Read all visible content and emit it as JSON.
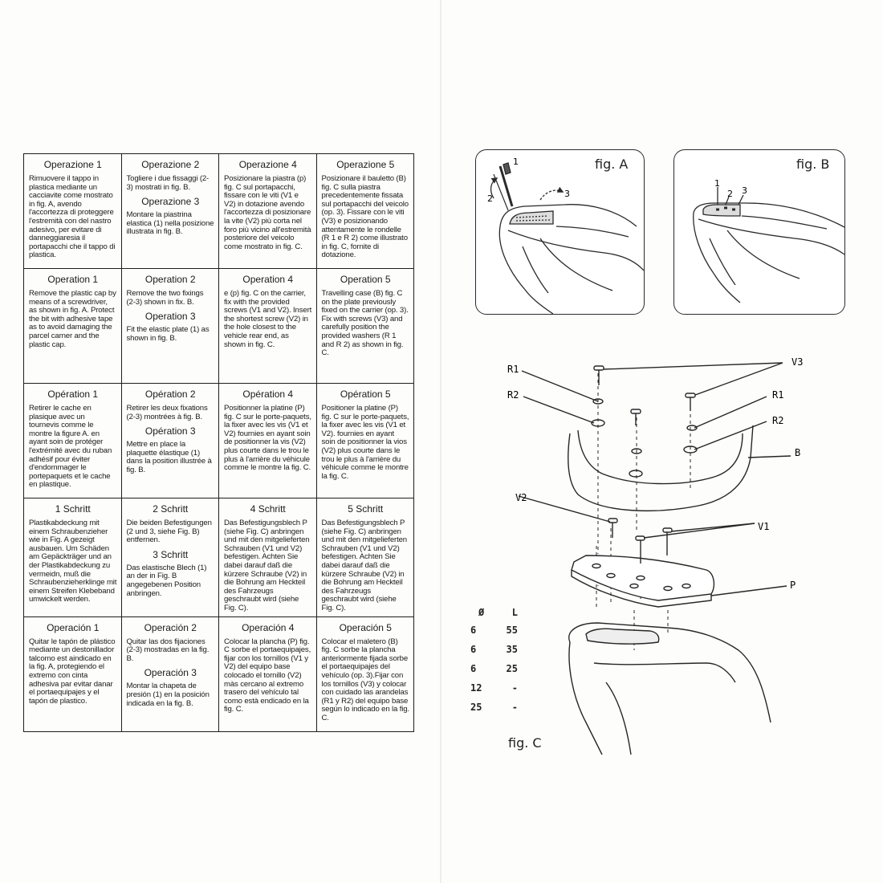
{
  "table": {
    "rows": [
      {
        "lang": "it",
        "cells": [
          {
            "title": "Operazione 1",
            "body": "Rimuovere il tappo in plastica mediante un cacciavite come mostrato in fig. A, avendo l'accortezza di proteggere l'estremità con del nastro adesivo, per evitare di danneggiaresia il portapacchi che il tappo di plastica."
          },
          {
            "title": "Operazione 2",
            "body": "Togliere i due fissaggi (2-3) mostrati in fig. B.",
            "sub_title": "Operazione 3",
            "sub_body": "Montare la piastrina elastica (1) nella posizione illustrata in fig. B."
          },
          {
            "title": "Operazione 4",
            "body": "Posizionare la piastra (p) fig. C sul portapacchi, fissare con le viti (V1 e V2) in dotazione avendo l'accortezza di posizionare la vite (V2) più corta nel foro più vicino all'estremità posteriore del veicolo come mostrato in fig. C."
          },
          {
            "title": "Operazione 5",
            "body": "Posizionare il bauletto (B) fig. C sulla piastra precedentemente fissata sul portapacchi del veicolo (op. 3). Fissare con le viti (V3) e posizionando attentamente le rondelle (R 1 e R 2) come illustrato in fig. C, fornite di dotazione."
          }
        ]
      },
      {
        "lang": "en",
        "cells": [
          {
            "title": "Operation 1",
            "body": "Remove the plastic cap by means of a screwdriver, as shown in fig. A. Protect the bit with adhesive tape as to avoid damaging the parcel carner and the plastic cap."
          },
          {
            "title": "Operation 2",
            "body": "Remove the two fixings (2-3) shown in fix. B.",
            "sub_title": "Operation 3",
            "sub_body": "Fit the elastic plate (1) as shown in fig. B."
          },
          {
            "title": "Operation 4",
            "body": "e (p) fig. C on the carrier, fix with the provided screws (V1 and V2). Insert the shortest screw (V2) in the hole closest to the vehicle rear end, as shown in fig. C."
          },
          {
            "title": "Operation 5",
            "body": "Travelling case (B) fig. C on the plate previously fixed on the carrier (op. 3). Fix with screws (V3) and carefully position the provided washers (R 1 and R 2) as shown in fig. C."
          }
        ]
      },
      {
        "lang": "fr",
        "cells": [
          {
            "title": "Opération 1",
            "body": "Retirer le cache en plasique avec un tournevis comme le montre la figure A. en ayant soin de protéger l'extrémité avec du ruban adhésif pour éviter d'endommager le portepaquets et le cache en plastique."
          },
          {
            "title": "Opération 2",
            "body": "Retirer les deux fixations (2-3) montrées à fig. B.",
            "sub_title": "Opération 3",
            "sub_body": "Mettre en place la plaquette élastique (1) dans la position illustrée à fig. B."
          },
          {
            "title": "Opération 4",
            "body": "Positionner la platine (P) fig. C sur le porte-paquets, la fixer avec les vis (V1 et V2) fournies en ayant soin de positionner la vis (V2) plus courte dans le trou le plus à l'arrière du véhicule comme le montre la fig. C."
          },
          {
            "title": "Opération 5",
            "body": "Positioner la platine (P) fig. C sur le porte-paquets, la fixer avec les vis (V1 et V2). fournies en ayant soin de positionner la vios (V2) plus courte dans le trou le plus à l'arrière du véhicule comme le montre la fig. C."
          }
        ]
      },
      {
        "lang": "de",
        "cells": [
          {
            "title": "1 Schritt",
            "body": "Plastikabdeckung mit einem Schraubenzieher wie in Fig. A gezeigt ausbauen. Um Schäden am Gepäckträger und an der Plastikabdeckung zu vermeidn, muß die Schraubenzieherklinge mit einem Streifen Klebeband umwickelt werden."
          },
          {
            "title": "2 Schritt",
            "body": "Die beiden Befestigungen (2 und 3, siehe Fig. B) entfernen.",
            "sub_title": "3 Schritt",
            "sub_body": "Das elastische Blech (1) an der in Fig. B angegebenen Position anbringen."
          },
          {
            "title": "4 Schritt",
            "body": "Das Befestigungsblech P (siehe Fig. C) anbringen und mit den mitgelieferten Schrauben (V1 und V2) befestigen. Achten Sie dabei darauf daß die kürzere Schraube (V2) in die Bohrung am Heckteil des Fahrzeugs geschraubt wird (siehe Fig. C)."
          },
          {
            "title": "5 Schritt",
            "body": "Das Befestigungsblech P (siehe Fig. C) anbringen und mit den mitgelieferten Schrauben (V1 und V2) befestigen. Achten Sie dabei darauf daß die kürzere Schraube (V2) in die Bohrung am Heckteil des Fahrzeugs geschraubt wird (siehe Fig. C)."
          }
        ]
      },
      {
        "lang": "es",
        "cells": [
          {
            "title": "Operación 1",
            "body": "Quitar le tapón de plástico mediante un destonillador talcomo est aindicado en la fig. A, protegiendo el extremo con cinta adhesiva par evitar danar el portaequipajes y el tapón de plastico."
          },
          {
            "title": "Operación 2",
            "body": "Quitar las dos fijaciones (2-3) mostradas en la fig. B.",
            "sub_title": "Operación 3",
            "sub_body": "Montar la chapeta de presión (1) en la posición indicada en la fig. B."
          },
          {
            "title": "Operación 4",
            "body": "Colocar la plancha (P) fig. C sorbe el portaequipajes, fijar con los tornillos (V1 y V2) del equipo base colocado el tornillo (V2) màs cercano al extremo trasero del vehículo tal como està endicado en la fig. C."
          },
          {
            "title": "Operación 5",
            "body": "Colocar el maletero (B) fig. C sorbe la plancha anteriormente fijada sorbe el portaequipajes del vehículo (op. 3).Fijar con los tornillos (V3) y colocar con cuidado las arandelas (R1 y R2) del equipo base según lo indicado en la fig. C."
          }
        ]
      }
    ]
  },
  "figures": {
    "fig_a": {
      "label": "fig. A",
      "callouts": [
        "1",
        "2",
        "3"
      ]
    },
    "fig_b": {
      "label": "fig. B",
      "callouts": [
        "1",
        "2",
        "3"
      ]
    },
    "fig_c": {
      "label": "fig. C",
      "parts": {
        "v3": "V3",
        "r1_top": "R1",
        "r2_top": "R2",
        "r1_right": "R1",
        "r2_right": "R2",
        "b": "B",
        "v2": "V2",
        "v1": "V1",
        "p": "P"
      }
    }
  },
  "screw_table": {
    "header": [
      "Ø",
      "L"
    ],
    "rows": [
      [
        "6",
        "55"
      ],
      [
        "6",
        "35"
      ],
      [
        "6",
        "25"
      ],
      [
        "12",
        "-"
      ],
      [
        "25",
        "-"
      ]
    ]
  }
}
